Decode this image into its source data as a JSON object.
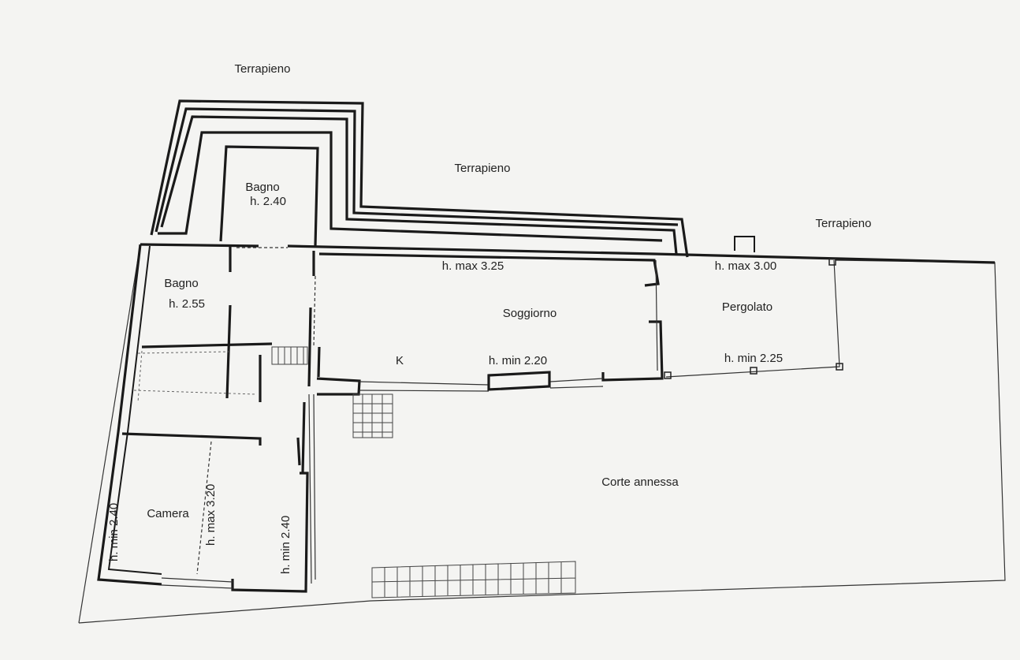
{
  "labels": {
    "terrapieno_left": "Terrapieno",
    "terrapieno_center": "Terrapieno",
    "terrapieno_right": "Terrapieno",
    "bagno_top": "Bagno",
    "bagno_top_h": "h. 2.40",
    "bagno_left": "Bagno",
    "bagno_left_h": "h. 2.55",
    "soggiorno": "Soggiorno",
    "soggiorno_hmax": "h. max 3.25",
    "soggiorno_hmin": "h. min 2.20",
    "kitchen": "K",
    "pergolato": "Pergolato",
    "pergolato_hmax": "h. max 3.00",
    "pergolato_hmin": "h. min 2.25",
    "corte": "Corte annessa",
    "camera": "Camera",
    "camera_hmin_left": "h. min 2.40",
    "camera_hmax": "h. max 3.20",
    "camera_hmin_right": "h. min 2.40"
  }
}
